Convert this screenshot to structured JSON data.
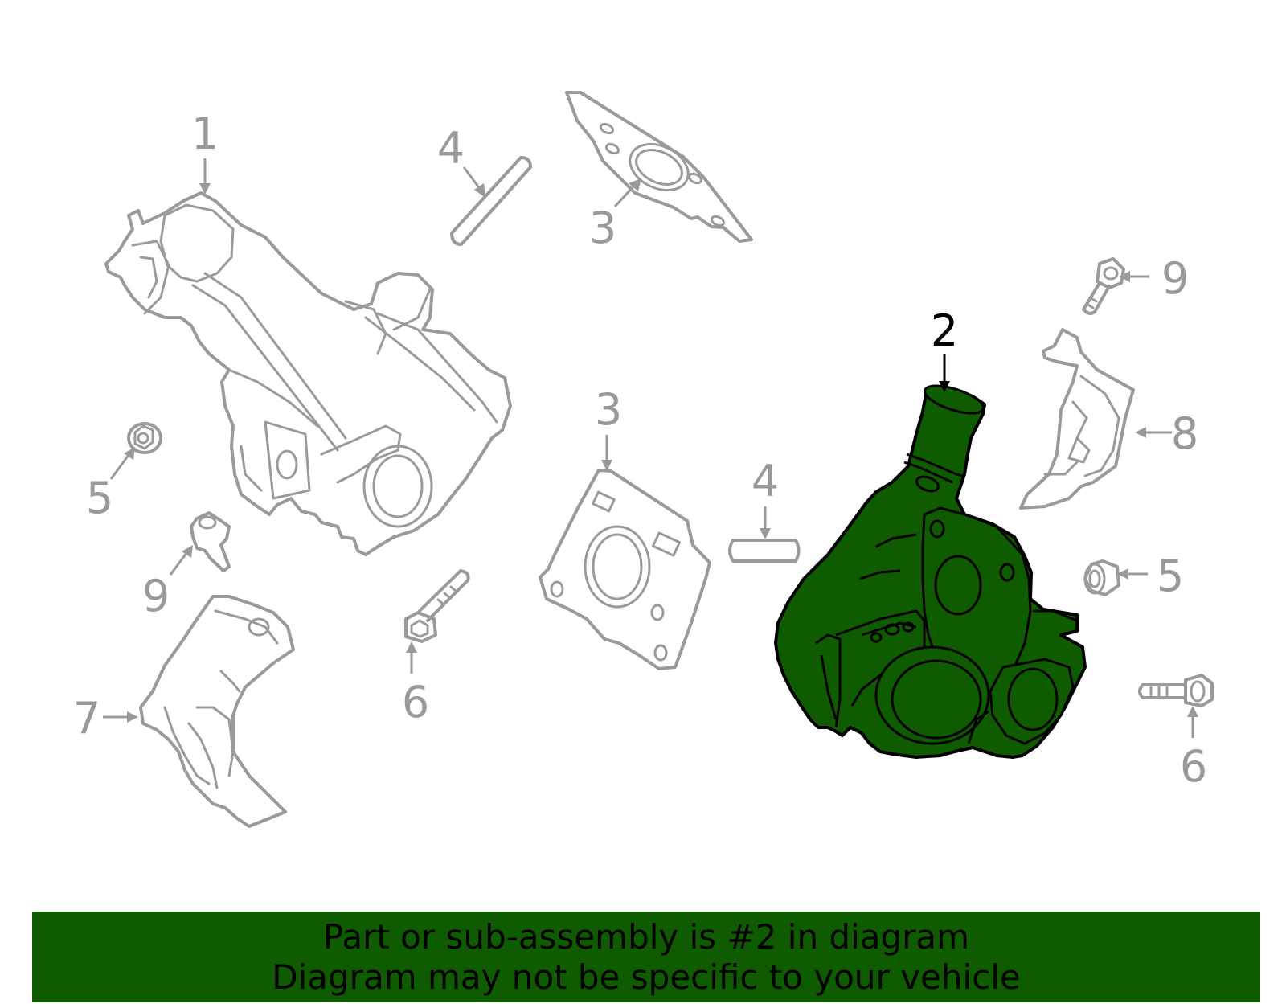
{
  "diagram": {
    "highlight_color": "#0f5b00",
    "line_color": "#9a9a9a",
    "callouts": {
      "c1": "1",
      "c2": "2",
      "c3a": "3",
      "c3b": "3",
      "c4a": "4",
      "c4b": "4",
      "c5a": "5",
      "c5b": "5",
      "c6a": "6",
      "c6b": "6",
      "c7": "7",
      "c8": "8",
      "c9a": "9",
      "c9b": "9"
    }
  },
  "banner": {
    "line1": "Part or sub-assembly is #2 in diagram",
    "line2": "Diagram may not be specific to your vehicle"
  }
}
